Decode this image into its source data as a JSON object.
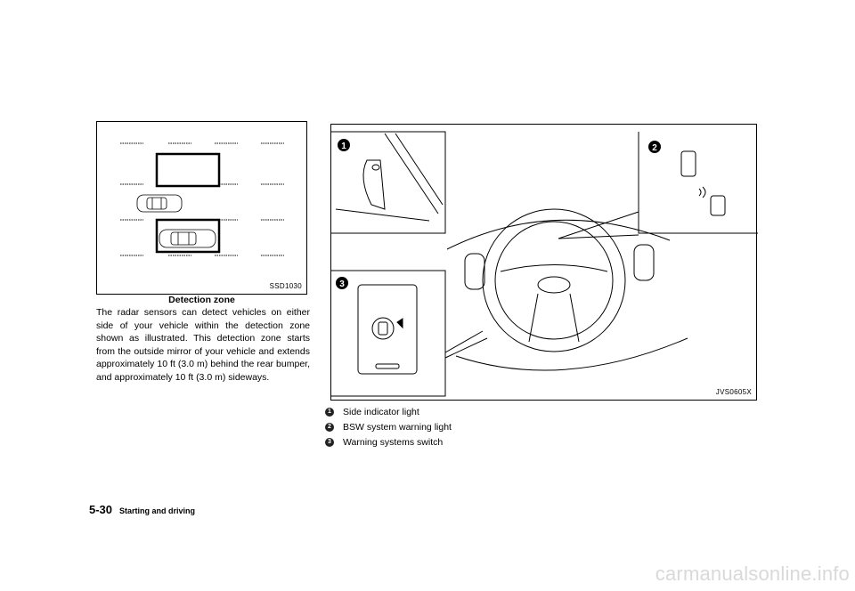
{
  "figure1": {
    "code": "SSD1030",
    "caption": "Detection zone"
  },
  "body_text": "The radar sensors can detect vehicles on either side of your vehicle within the detection zone shown as illustrated. This detection zone starts from the outside mirror of your vehicle and extends approximately 10 ft (3.0 m) behind the rear bumper, and approximately 10 ft (3.0 m) sideways.",
  "figure2": {
    "code": "JVS0605X",
    "callouts": [
      "1",
      "2",
      "3"
    ]
  },
  "legend": [
    {
      "num": "1",
      "label": "Side indicator light"
    },
    {
      "num": "2",
      "label": "BSW system warning light"
    },
    {
      "num": "3",
      "label": "Warning systems switch"
    }
  ],
  "footer": {
    "page_number": "5-30",
    "section": "Starting and driving"
  },
  "watermark": "carmanualsonline.info"
}
